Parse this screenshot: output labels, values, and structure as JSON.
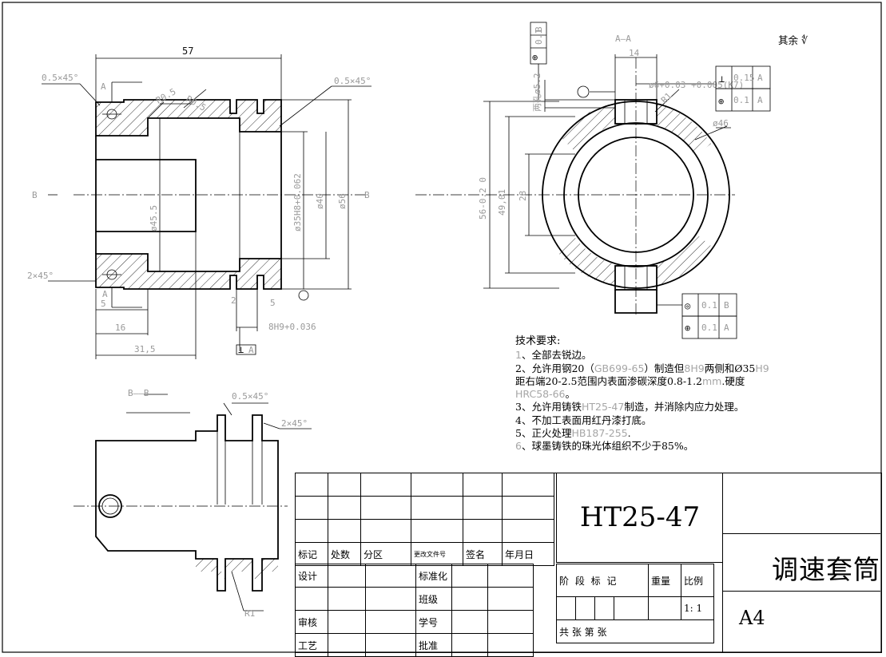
{
  "roughness_note": "其余 ∜",
  "views": {
    "section_main": {
      "label_a": "A",
      "label_b": "B"
    },
    "section_aa": {
      "title": "A—A"
    },
    "section_bb": {
      "title": "B——B"
    }
  },
  "dimensions": {
    "overall_length": "57",
    "chamfer_left_top": "0.5×45°",
    "chamfer_right_top": "0.5×45°",
    "chamfer_left_bottom": "2×45°",
    "radius_1": "R0.5",
    "radius_2": "R0.5",
    "dia_45_5": "ø45.5",
    "dia_35H8": "ø35H8+0.062",
    "dia_40": "ø40",
    "dia_56": "ø56",
    "len_5": "5",
    "len_16": "16",
    "len_31_5": "31,5",
    "len_5b": "5",
    "len_2": "2",
    "width_8H9": "8H9+0.036",
    "aa_width_14": "14",
    "aa_hole": "ø6+0.03 +0.005(K7)",
    "aa_r1": "R1",
    "aa_dia_46": "ø46",
    "aa_dia_56": "56-0.2 0",
    "aa_dia_49": "49,01",
    "aa_28": "28",
    "aa_hole_note": "两孔ø5.2",
    "bb_chamfer_1": "0.5×45°",
    "bb_chamfer_2": "2×45°",
    "bb_r1": "R1"
  },
  "tolerance_frames": {
    "perp": {
      "symbol": "⊥",
      "value": "0.15",
      "datum": "A"
    },
    "pos_right": {
      "symbol": "⊕",
      "value": "0.1",
      "datum": "A"
    },
    "concentric": {
      "symbol": "◎",
      "value": "0.1",
      "datum": "B"
    },
    "pos_bottom": {
      "symbol": "⊕",
      "value": "0.1",
      "datum": "A"
    },
    "pos_top": {
      "symbol": "⊕",
      "value": "0.1",
      "datum": "B"
    },
    "perp_small": {
      "symbol": "⊥",
      "value": "",
      "datum": "A"
    }
  },
  "tech_requirements": {
    "title": "技术要求:",
    "items": [
      {
        "num": "1",
        "text": "、全部去锐边。"
      },
      {
        "pre": "2、允许用钢20（",
        "gray1": "GB699-65",
        "mid": "）制造但",
        "gray2": "8H9",
        "mid2": "两侧和Ø35",
        "gray3": "H9"
      },
      {
        "pre": "距右端20-2.5范围内表面渗碳深度0.8-1.2",
        "gray1": "mm",
        "mid": ".硬度"
      },
      {
        "gray1": "HRC58-66",
        "mid": "。"
      },
      {
        "pre": "3、允许用铸铁",
        "gray1": "HT25-47",
        "mid": "制造，并消除内应力处理。"
      },
      {
        "pre": "4、不加工表面用红丹漆打底。"
      },
      {
        "pre": "5、正火处理",
        "gray1": "HB187-255",
        "mid": "."
      },
      {
        "num": "6",
        "text": "、球墨铸铁的珠光体组织不少于85%。"
      }
    ]
  },
  "title_block": {
    "material": "HT25-47",
    "part_name": "调速套筒",
    "sheet_size": "A4",
    "labels": {
      "mark": "标记",
      "count": "处数",
      "zone": "分区",
      "change_doc": "更改文件号",
      "signature": "签名",
      "date": "年月日",
      "design": "设计",
      "standardize": "标准化",
      "class": "班级",
      "review": "审核",
      "student_no": "学号",
      "process": "工艺",
      "approve": "批准",
      "stage_mark": "阶 段 标 记",
      "weight": "重量",
      "scale": "比例",
      "scale_value": "1: 1",
      "sheets": "共    张  第    张"
    }
  }
}
